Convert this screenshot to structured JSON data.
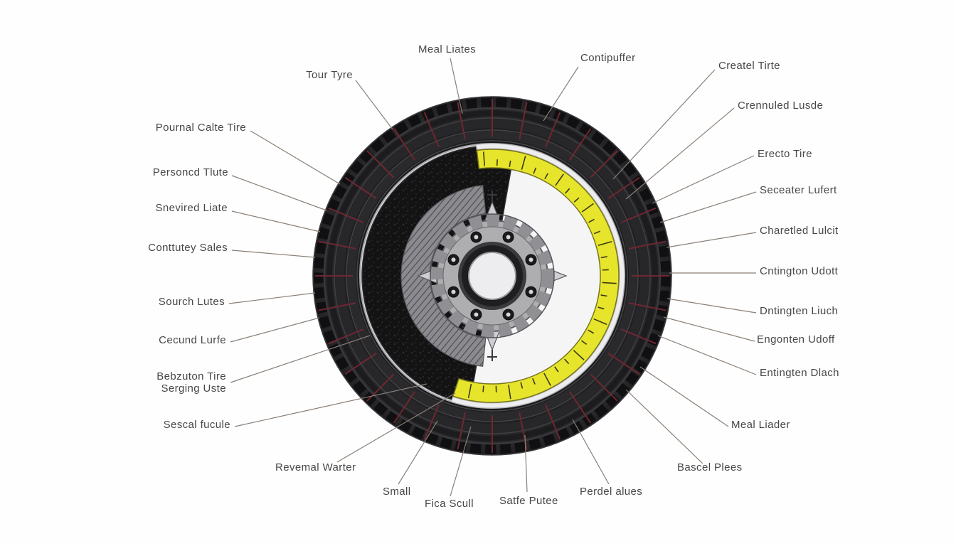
{
  "diagram": {
    "subject": "tire-cutaway-diagram",
    "labels": [
      {
        "id": "meal-liates",
        "text": "Meal Liates"
      },
      {
        "id": "tour-tyre",
        "text": "Tour Tyre"
      },
      {
        "id": "contipuffer",
        "text": "Contipuffer"
      },
      {
        "id": "createl-tirte",
        "text": "Createl Tirte"
      },
      {
        "id": "pournal-calte",
        "text": "Pournal Calte Tire"
      },
      {
        "id": "crennuled-lusde",
        "text": "Crennuled Lusde"
      },
      {
        "id": "personcd-tlute",
        "text": "Personcd Tlute"
      },
      {
        "id": "erecto-tire",
        "text": "Erecto Tire"
      },
      {
        "id": "snevired-liate",
        "text": "Snevired Liate"
      },
      {
        "id": "seceater-lufert",
        "text": "Seceater Lufert"
      },
      {
        "id": "conttutey-sales",
        "text": "Conttutey Sales"
      },
      {
        "id": "charetled-lulcit",
        "text": "Charetled Lulcit"
      },
      {
        "id": "cntington-udott",
        "text": "Cntington Udott"
      },
      {
        "id": "sourch-lutes",
        "text": "Sourch Lutes"
      },
      {
        "id": "dntingten-liuch",
        "text": "Dntingten Liuch"
      },
      {
        "id": "cecund-lurfe",
        "text": "Cecund Lurfe"
      },
      {
        "id": "engorten-udoff",
        "text": "Engonten Udoff"
      },
      {
        "id": "bebzuton-serging",
        "text": "Bebzuton Tire\nSerging Uste"
      },
      {
        "id": "entingten-dlach",
        "text": "Entingten Dlach"
      },
      {
        "id": "sescal-fucule",
        "text": "Sescal fucule"
      },
      {
        "id": "meal-liader",
        "text": "Meal Liader"
      },
      {
        "id": "revemal-warter",
        "text": "Revemal Warter"
      },
      {
        "id": "small",
        "text": "Small"
      },
      {
        "id": "fica-scull",
        "text": "Fica Scull"
      },
      {
        "id": "satfe-putee",
        "text": "Satfe Putee"
      },
      {
        "id": "perdel-alues",
        "text": "Perdel alues"
      },
      {
        "id": "bascel-plees",
        "text": "Bascel Plees"
      }
    ],
    "colors": {
      "band_yellow": "#e7e42c",
      "tick_red": "#6f2731",
      "leader_line": "#8a7f76",
      "tire_dark": "#212123",
      "rim_silver": "#dcdcdf",
      "label_text": "#474747"
    }
  }
}
